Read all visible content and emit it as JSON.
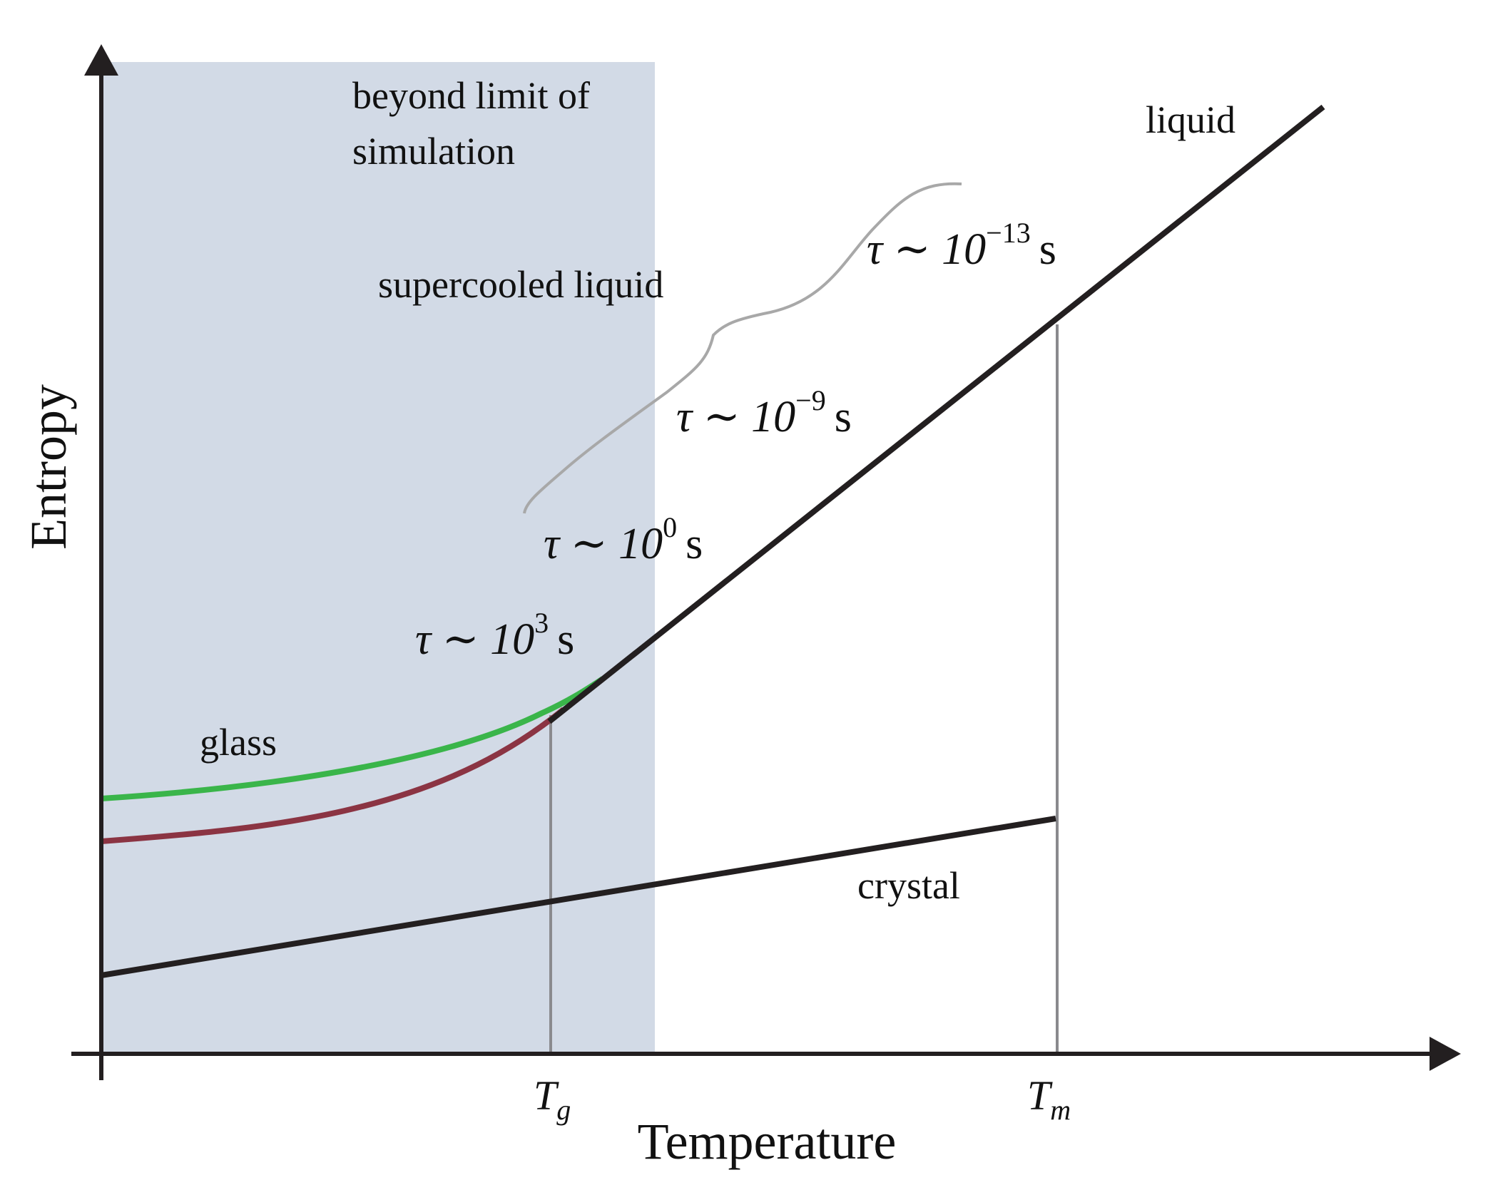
{
  "labels": {
    "y_axis": "Entropy",
    "x_axis": "Temperature",
    "region_line1": "beyond limit of",
    "region_line2": "simulation",
    "supercooled": "supercooled liquid",
    "liquid": "liquid",
    "glass": "glass",
    "crystal": "crystal",
    "tg_main": "T",
    "tg_sub": "g",
    "tm_main": "T",
    "tm_sub": "m"
  },
  "relaxation_times": [
    {
      "symbol": "τ ∼ 10",
      "exponent": "−13",
      "unit": "s"
    },
    {
      "symbol": "τ ∼ 10",
      "exponent": "−9",
      "unit": "s"
    },
    {
      "symbol": "τ ∼ 10",
      "exponent": "0",
      "unit": "s"
    },
    {
      "symbol": "τ ∼ 10",
      "exponent": "3",
      "unit": "s"
    }
  ],
  "colors": {
    "shaded_region": "#d2dae6",
    "axis": "#231f20",
    "liquid_line": "#231f20",
    "crystal_line": "#231f20",
    "glass_fast": "#3ab54a",
    "glass_slow": "#8b3443",
    "guide_lines": "#8a8a8e",
    "brace": "#a8a8a8"
  }
}
